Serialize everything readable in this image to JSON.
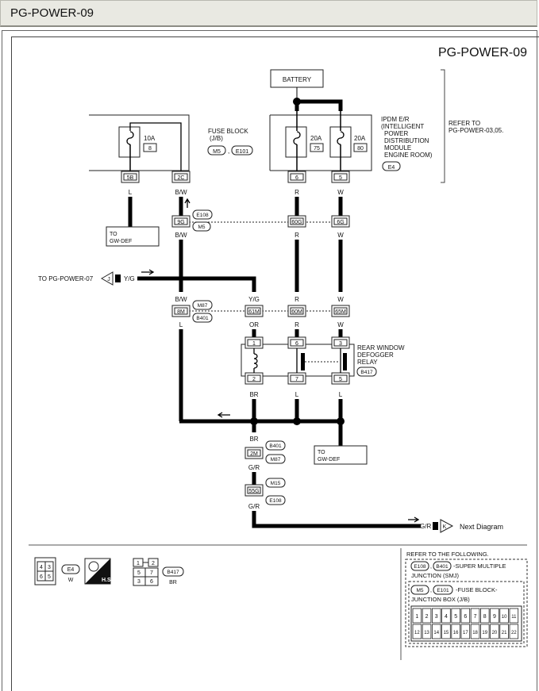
{
  "header": {
    "title": "PG-POWER-09"
  },
  "diagram": {
    "code": "PG-POWER-09",
    "battery": "BATTERY",
    "refer_top": [
      "REFER TO",
      "PG-POWER-03,05."
    ],
    "ipdm": [
      "IPDM E/R",
      "(INTELLIGENT",
      "POWER",
      "DISTRIBUTION",
      "MODULE",
      "ENGINE ROOM)"
    ],
    "ipdm_conn": "E4",
    "fuse_block": [
      "FUSE BLOCK",
      "(J/B)"
    ],
    "fuse_block_conns": [
      "M5",
      "E101"
    ],
    "fuse1": {
      "amp": "10A",
      "no": "8"
    },
    "fuse2": {
      "amp": "20A",
      "no": "75"
    },
    "fuse3": {
      "amp": "20A",
      "no": "80"
    },
    "terms_top": [
      "5B",
      "2C",
      "6",
      "5"
    ],
    "wires_top": [
      "L",
      "B/W",
      "R",
      "W"
    ],
    "to_gwdef": [
      "TO",
      "GW-DEF"
    ],
    "junction1_terms": [
      "9G",
      "60G",
      "6G"
    ],
    "junction1_conns": [
      "E108",
      "M5"
    ],
    "wires_mid": [
      "B/W",
      "R",
      "W"
    ],
    "to_pg07": "TO PG-POWER-07",
    "to_pg07_letter": "J",
    "yg": "Y/G",
    "wires_m": [
      "B/W",
      "Y/G",
      "R",
      "W"
    ],
    "junction2_terms": [
      "8M",
      "61M",
      "60M",
      "65M"
    ],
    "junction2_conns": [
      "M87",
      "B401"
    ],
    "wires_under": [
      "L",
      "OR",
      "R",
      "W"
    ],
    "relay": [
      "REAR WINDOW",
      "DEFOGGER",
      "RELAY"
    ],
    "relay_conn": "B417",
    "relay_top": [
      "1",
      "6",
      "3"
    ],
    "relay_bot": [
      "2",
      "7",
      "5"
    ],
    "wires_relay_bot": [
      "BR",
      "L",
      "L"
    ],
    "br": "BR",
    "j3_term": "2M",
    "j3_conns": [
      "B401",
      "M87"
    ],
    "gr1": "G/R",
    "j4_term": "55G",
    "j4_conns": [
      "M15",
      "E108"
    ],
    "gr2": "G/R",
    "gr_arrow": "G/R",
    "next_letter": "K",
    "next": "Next Diagram",
    "conn_e4": {
      "pins": [
        "4",
        "3",
        "6",
        "5"
      ],
      "id": "E4",
      "color": "W"
    },
    "hs": "H.S.",
    "conn_b417": {
      "pins": [
        "1",
        "2",
        "5",
        "7",
        "3",
        "6"
      ],
      "id": "B417",
      "color": "BR"
    },
    "refer_following": "REFER TO THE FOLLOWING.",
    "smj_conns": [
      "E108",
      "B401"
    ],
    "smj_text": [
      "-SUPER MULTIPLE",
      "JUNCTION (SMJ)"
    ],
    "jb_conns": [
      "M5",
      "E101"
    ],
    "jb_text": [
      "-FUSE BLOCK-",
      "JUNCTION BOX (J/B)"
    ],
    "jb_row1": [
      "1",
      "2",
      "3",
      "4",
      "5",
      "6",
      "7",
      "8",
      "9",
      "10",
      "11"
    ],
    "jb_row2": [
      "12",
      "13",
      "14",
      "15",
      "16",
      "17",
      "18",
      "19",
      "20",
      "21",
      "22"
    ]
  }
}
